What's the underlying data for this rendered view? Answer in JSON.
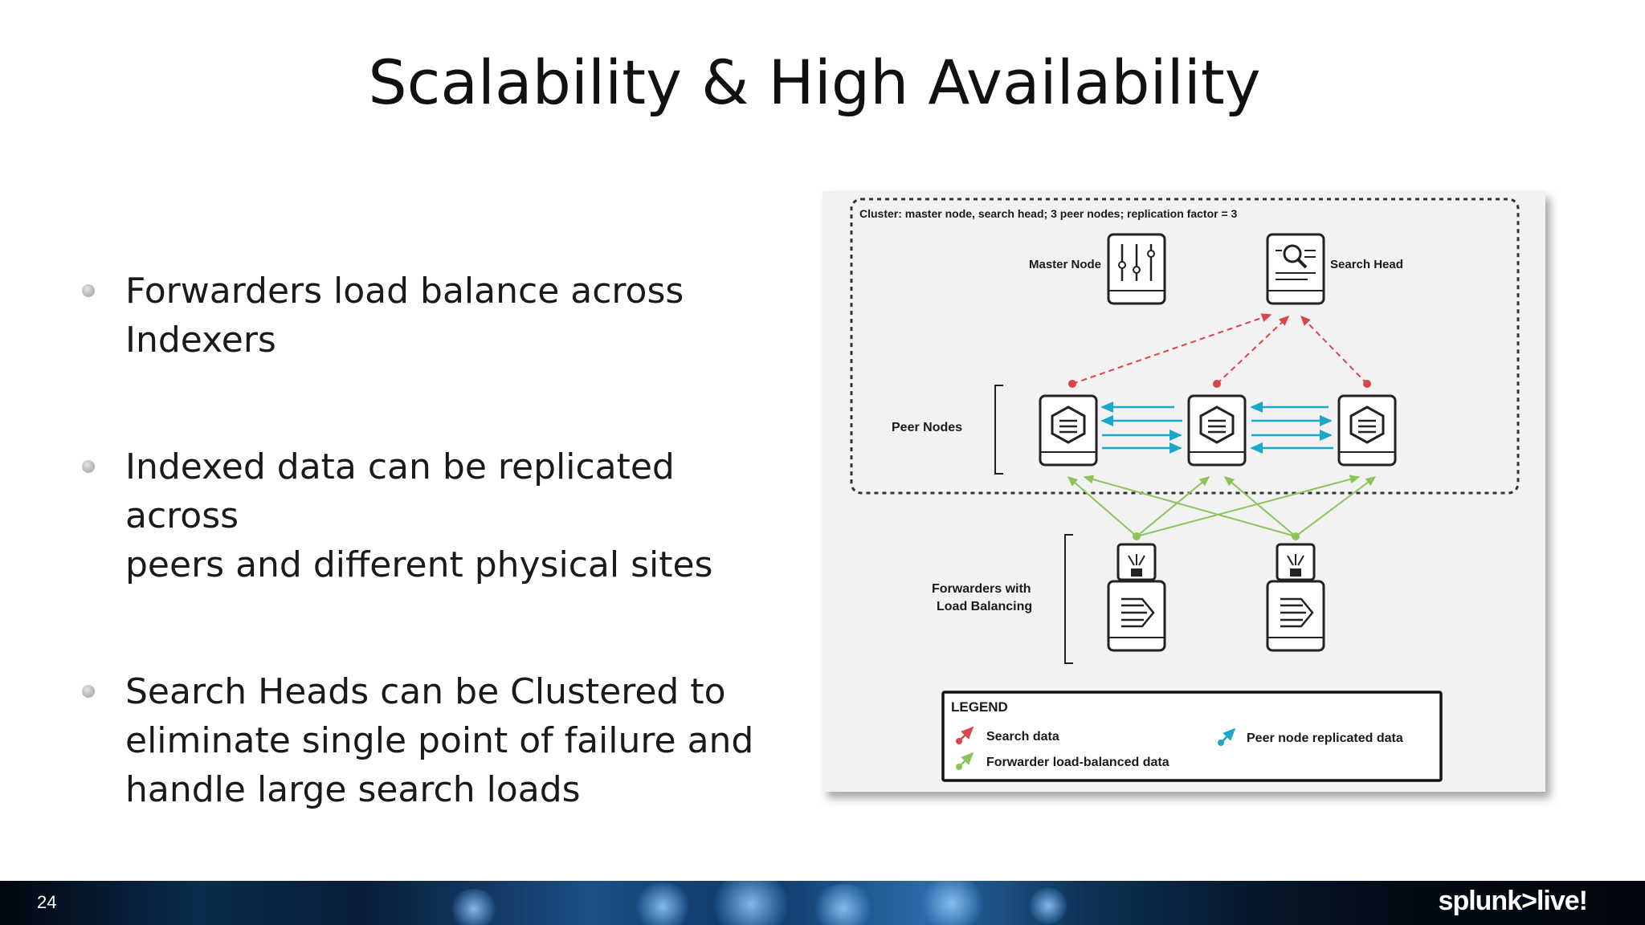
{
  "slide": {
    "title": "Scalability & High Availability",
    "page_number": "24",
    "brand": "splunk>live!"
  },
  "bullets": [
    {
      "line1": "Forwarders load balance across",
      "line2": "Indexers"
    },
    {
      "line1": "Indexed data can be replicated across",
      "line2": "peers and different physical sites"
    },
    {
      "line1": "Search Heads can be Clustered to",
      "line2": "eliminate single point of failure and",
      "line3": "handle large search loads"
    }
  ],
  "diagram": {
    "cluster_caption": "Cluster: master node, search head; 3 peer nodes; replication factor = 3",
    "master_node_label": "Master Node",
    "search_head_label": "Search Head",
    "peer_nodes_label": "Peer Nodes",
    "forwarders_label_line1": "Forwarders with",
    "forwarders_label_line2": "Load Balancing",
    "legend": {
      "title": "LEGEND",
      "search_data": "Search data",
      "forwarder_data": "Forwarder load-balanced data",
      "replicated_data": "Peer node replicated data"
    },
    "colors": {
      "search": "#d9454c",
      "replication": "#1ba7c9",
      "forwarder": "#8cc45a"
    }
  },
  "icons": [
    "bullet-dot-icon",
    "sliders-icon",
    "magnifier-document-icon",
    "indexer-hexagon-icon",
    "forwarder-arrow-icon",
    "usb-plug-icon"
  ]
}
